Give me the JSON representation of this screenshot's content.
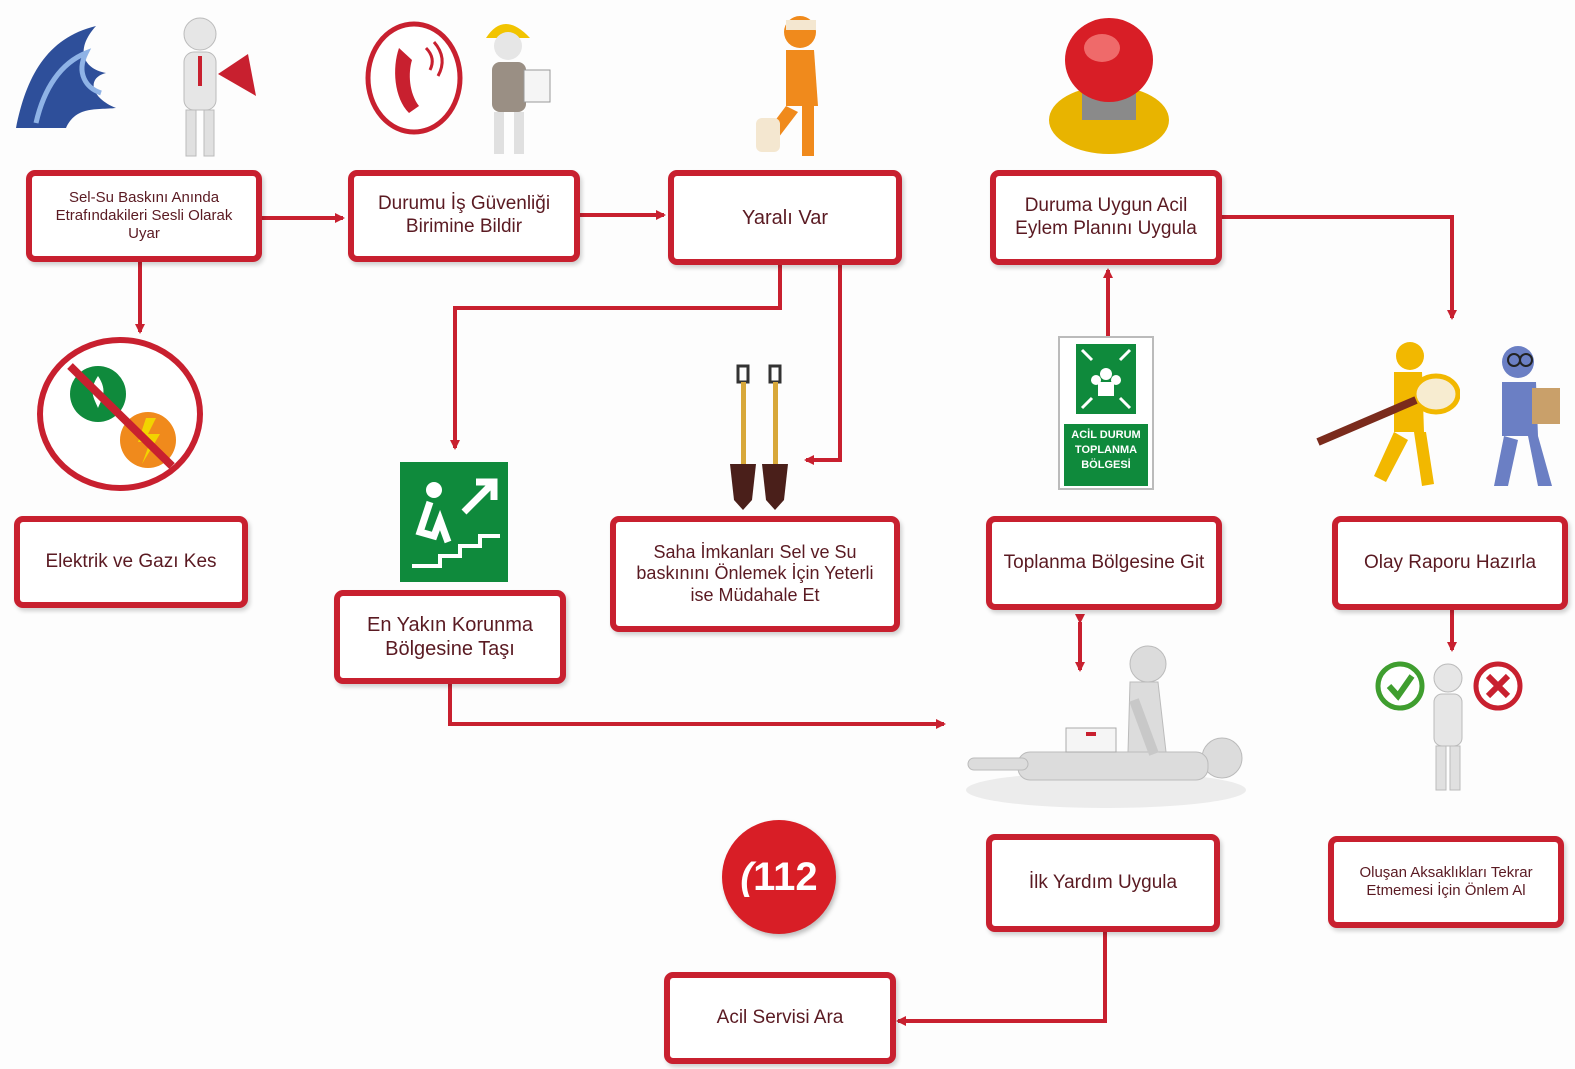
{
  "steps": {
    "warn": "Sel-Su Baskını Anında Etrafındakileri Sesli Olarak Uyar",
    "report_unit": "Durumu İş Güvenliği Birimine Bildir",
    "injured": "Yaralı Var",
    "action_plan": "Duruma Uygun Acil Eylem Planını Uygula",
    "cut_power": "Elektrik ve Gazı Kes",
    "protect_area": "En Yakın Korunma Bölgesine Taşı",
    "site_response": "Saha İmkanları Sel ve Su baskınını Önlemek İçin Yeterli ise Müdahale Et",
    "assembly": "Toplanma Bölgesine Git",
    "incident_report": "Olay Raporu Hazırla",
    "first_aid": "İlk Yardım Uygula",
    "prevent": "Oluşan Aksaklıkları Tekrar Etmemesi İçin Önlem Al",
    "call_emergency": "Acil Servisi Ara"
  },
  "signs": {
    "assembly_sign": [
      "ACİL DURUM",
      "TOPLANMA",
      "BÖLGESİ"
    ],
    "emergency_number": "112"
  },
  "icons": [
    "flood-wave-icon",
    "megaphone-person-icon",
    "phone-icon",
    "worker-with-clipboard-icon",
    "injured-person-icon",
    "emergency-stop-button-icon",
    "no-fire-electricity-icon",
    "emergency-exit-sign-icon",
    "shovels-icon",
    "assembly-point-sign-icon",
    "inspector-magnifier-icon",
    "person-with-clipboard-icon",
    "first-aid-cpr-icon",
    "emergency-112-icon",
    "check-cross-person-icon"
  ],
  "colors": {
    "accent": "#c8202f",
    "text": "#5a1a22",
    "sign_green": "#0f8a3c",
    "figure_orange": "#f08a1c",
    "figure_yellow": "#f2b800"
  }
}
